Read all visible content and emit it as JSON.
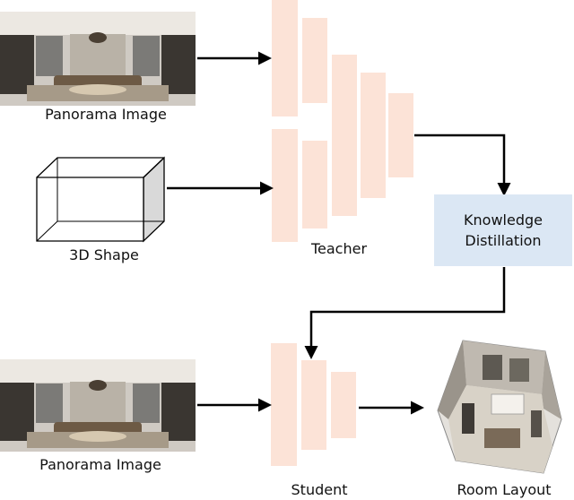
{
  "labels": {
    "panorama_top": "Panorama Image",
    "shape": "3D Shape",
    "teacher": "Teacher",
    "kd_line1": "Knowledge",
    "kd_line2": "Distillation",
    "panorama_bottom": "Panorama Image",
    "student": "Student",
    "room_layout": "Room Layout"
  },
  "colors": {
    "layer_block": "#fce3d7",
    "kd_box": "#dbe7f4",
    "arrow": "#000000"
  },
  "icons": {
    "panorama_top": "panorama-image-icon",
    "panorama_bottom": "panorama-image-icon",
    "shape": "3d-box-wireframe-icon",
    "room_layout": "3d-room-layout-icon"
  }
}
